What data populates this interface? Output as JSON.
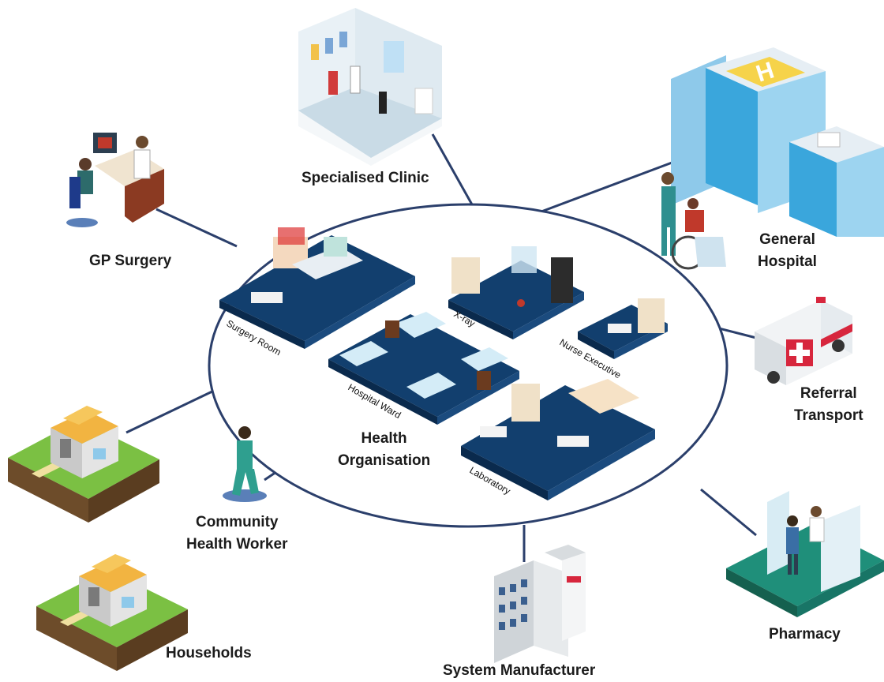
{
  "center": {
    "label_line1": "Health",
    "label_line2": "Organisation",
    "rooms": {
      "surgery": "Surgery Room",
      "xray": "X-ray",
      "nurse": "Nurse Executive",
      "ward": "Hospital Ward",
      "lab": "Laboratory"
    }
  },
  "nodes": {
    "specialised_clinic": "Specialised Clinic",
    "gp_surgery": "GP Surgery",
    "general_hospital_line1": "General",
    "general_hospital_line2": "Hospital",
    "referral_transport_line1": "Referral",
    "referral_transport_line2": "Transport",
    "community_health_worker_line1": "Community",
    "community_health_worker_line2": "Health Worker",
    "households": "Households",
    "system_manufacturer": "System Manufacturer",
    "pharmacy": "Pharmacy"
  },
  "colors": {
    "link": "#2b3f6b",
    "floor": "#0f3b6a",
    "ellipse": "#2b3f6b"
  }
}
